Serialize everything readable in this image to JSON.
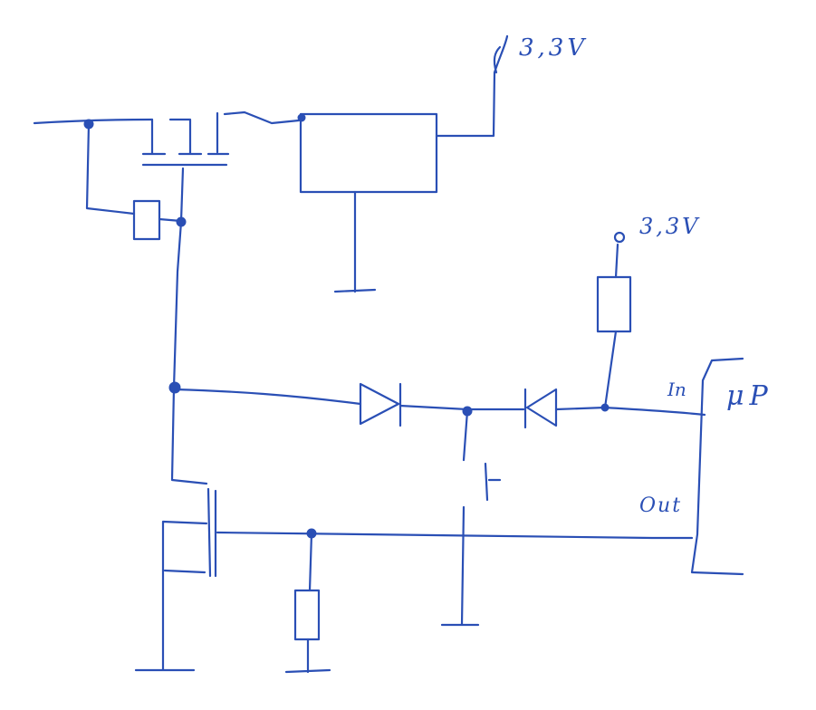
{
  "labels": {
    "supply_top": "3,3V",
    "supply_pullup": "3,3V",
    "mcu_in": "In",
    "mcu_out": "Out",
    "mcu": "μP"
  },
  "colors": {
    "ink": "#2a4fb5",
    "paper": "#ffffff"
  }
}
